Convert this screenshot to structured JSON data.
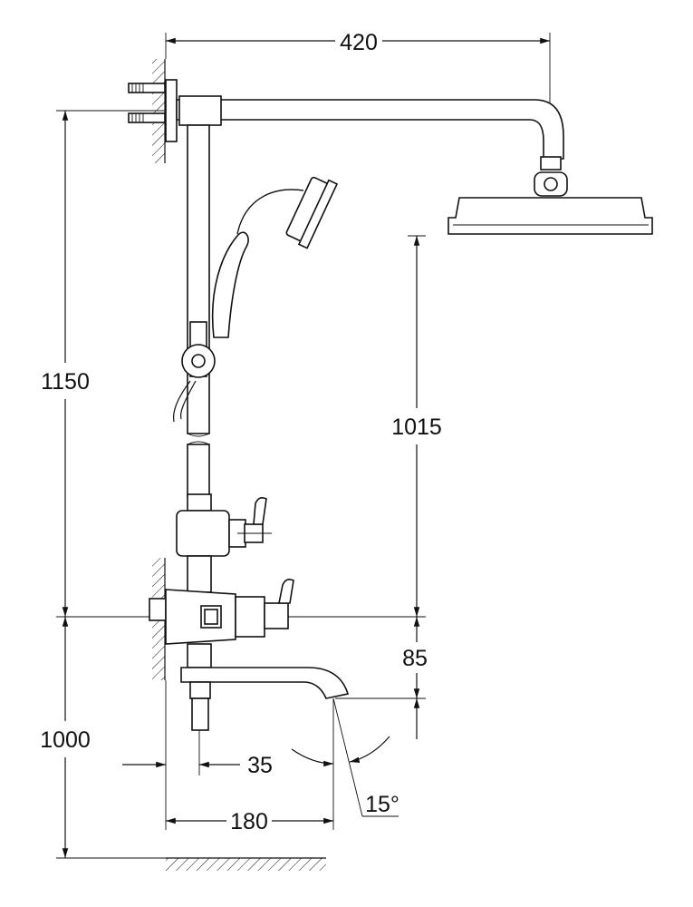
{
  "drawing": {
    "title": "Shower system with tub spout dimensions",
    "units": "mm",
    "colors": {
      "line": "#111111",
      "background": "#ffffff"
    },
    "dimensions": {
      "arm_projection": "420",
      "arm_height_above_mixer": "1150",
      "mixer_height_above_floor": "1000",
      "head_height_above_mixer": "1015",
      "spout_below_mixer": "85",
      "spout_offset_small": "35",
      "spout_reach": "180",
      "spout_angle": "15°"
    }
  }
}
